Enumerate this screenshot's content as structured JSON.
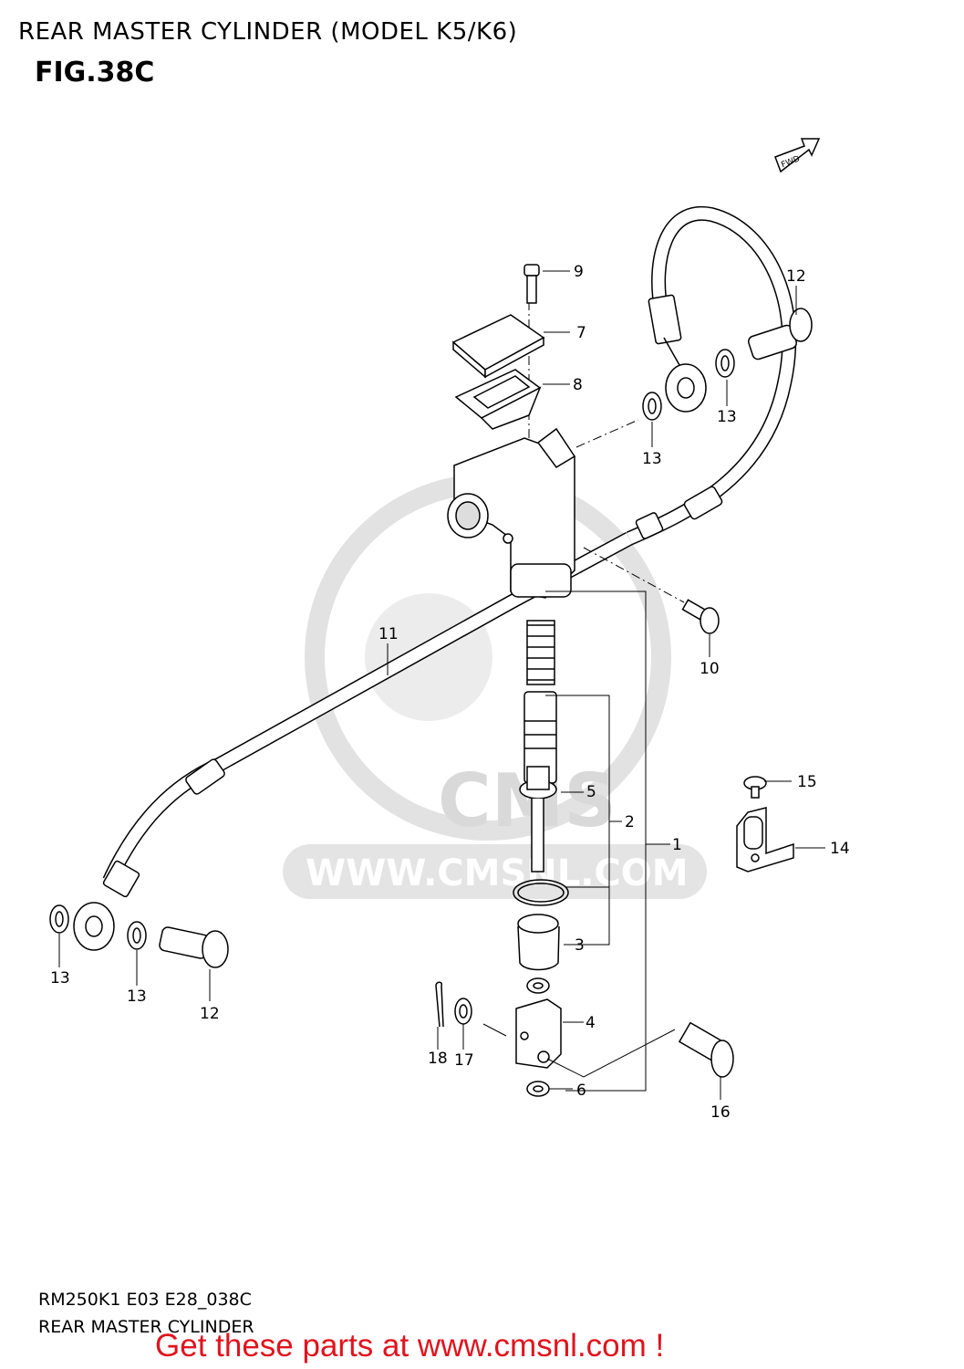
{
  "header": {
    "title": "REAR MASTER CYLINDER (MODEL K5/K6)",
    "figure": "FIG.38C"
  },
  "orientation_marker": "FWD",
  "watermark": {
    "brand": "CMS",
    "url": "WWW.CMSNL.COM"
  },
  "callouts": {
    "c1": "1",
    "c2": "2",
    "c3": "3",
    "c4": "4",
    "c5": "5",
    "c6": "6",
    "c7": "7",
    "c8": "8",
    "c9": "9",
    "c10": "10",
    "c11": "11",
    "c12a": "12",
    "c12b": "12",
    "c13a": "13",
    "c13b": "13",
    "c13c": "13",
    "c13d": "13",
    "c14": "14",
    "c15": "15",
    "c16": "16",
    "c17": "17",
    "c18": "18"
  },
  "footer": {
    "code": "RM250K1 E03 E28_038C",
    "description": "REAR MASTER CYLINDER"
  },
  "banner": "Get these parts at www.cmsnl.com !"
}
